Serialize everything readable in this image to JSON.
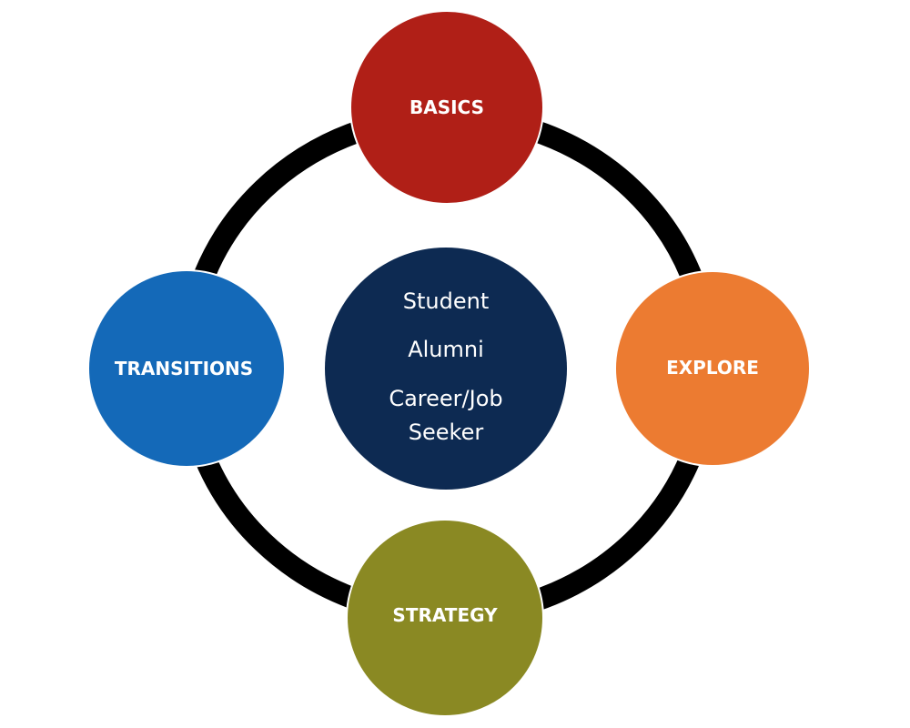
{
  "diagram": {
    "type": "hub-and-ring cycle",
    "ring_color": "#000000",
    "center": {
      "lines": [
        "Student",
        "Alumni",
        "Career/Job",
        "Seeker"
      ],
      "color": "#0d2a52"
    },
    "nodes": [
      {
        "label": "BASICS",
        "color": "#b01f17",
        "position": "top"
      },
      {
        "label": "EXPLORE",
        "color": "#ec7b31",
        "position": "right"
      },
      {
        "label": "STRATEGY",
        "color": "#8a8923",
        "position": "bottom"
      },
      {
        "label": "TRANSITIONS",
        "color": "#1469b8",
        "position": "left"
      }
    ]
  }
}
